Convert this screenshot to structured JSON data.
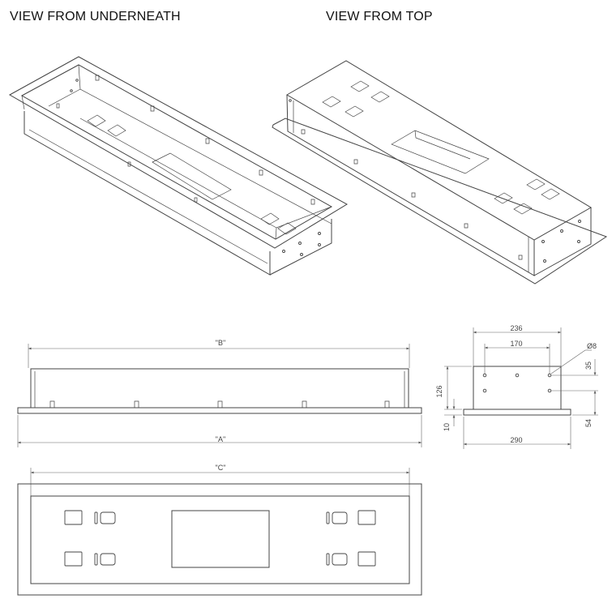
{
  "views": {
    "underneath_label": "VIEW FROM UNDERNEATH",
    "top_label": "VIEW FROM TOP"
  },
  "side_view": {
    "dim_b": "\"B\"",
    "dim_a": "\"A\""
  },
  "end_view": {
    "width_top": "236",
    "hole_spacing": "170",
    "hole_diameter": "Ø8",
    "hole_offset": "35",
    "height": "126",
    "lower_offset": "54",
    "flange": "10",
    "width_bottom": "290"
  },
  "plan_view": {
    "dim_c": "\"C\""
  }
}
